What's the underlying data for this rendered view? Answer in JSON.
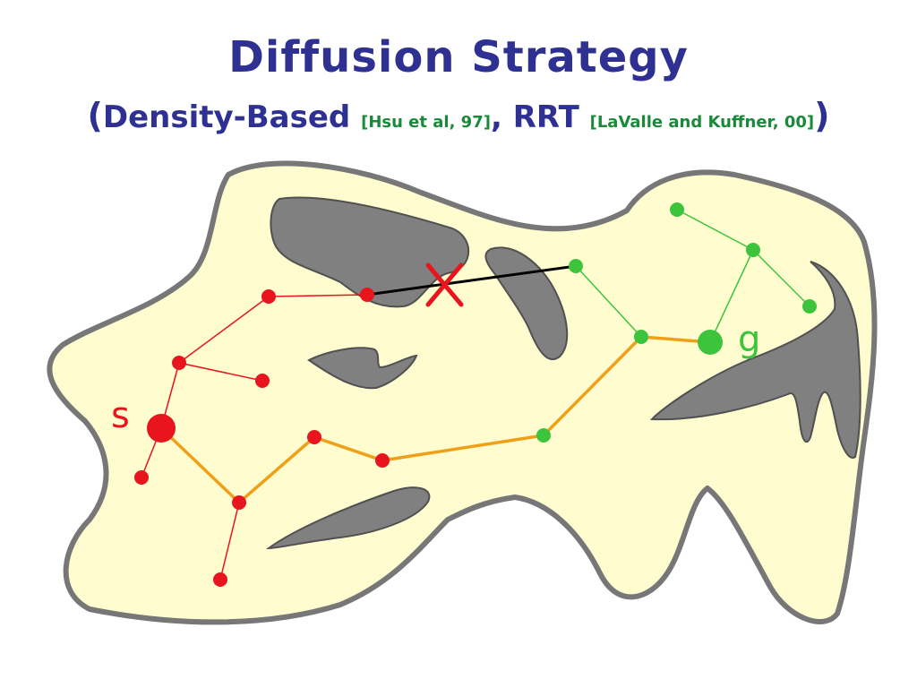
{
  "title": "Diffusion Strategy",
  "subtitle": {
    "open_paren": "(",
    "part1": "Density-Based",
    "cite1": "[Hsu et al, 97]",
    "sep": ",",
    "part2": "RRT",
    "cite2": "[LaValle and Kuffner, 00]",
    "close_paren": ")"
  },
  "labels": {
    "start": "s",
    "goal": "g"
  },
  "colors": {
    "title": "#2e3192",
    "citation": "#1a8a3a",
    "free_space": "#fffdd0",
    "free_space_border": "#777777",
    "obstacle": "#808080",
    "start_tree": "#e8141e",
    "goal_tree": "#3cc43c",
    "path": "#f0a018",
    "failed_edge": "#000000",
    "failed_mark": "#e8141e"
  }
}
